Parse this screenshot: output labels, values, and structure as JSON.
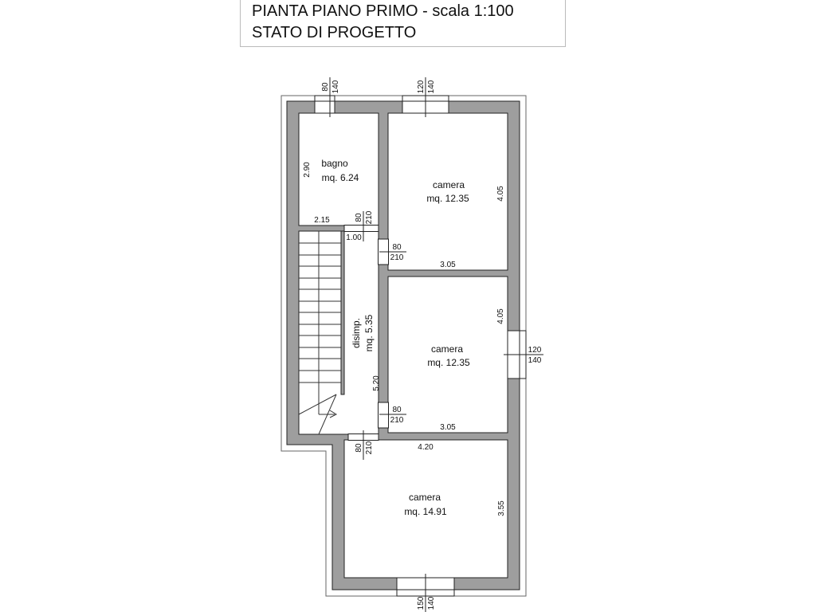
{
  "title": {
    "line1": "PIANTA PIANO PRIMO - scala 1:100",
    "line2": "STATO DI PROGETTO"
  },
  "colors": {
    "wall": "#9e9e9e",
    "line": "#222222"
  },
  "rooms": [
    {
      "name": "bagno",
      "area": "mq. 6.24",
      "dim_a": "2.90",
      "dim_b": "2.15"
    },
    {
      "name": "camera",
      "area": "mq. 12.35",
      "dim_a": "4.05",
      "dim_b": "3.05"
    },
    {
      "name": "camera",
      "area": "mq. 12.35",
      "dim_a": "4.05",
      "dim_b": "3.05"
    },
    {
      "name": "camera",
      "area": "mq. 14.91",
      "dim_a": "3.55",
      "dim_b": "4.20"
    },
    {
      "name": "disimp.",
      "area": "mq. 5.35",
      "dim_a": "5.20",
      "dim_b": "1.00"
    }
  ],
  "windows": [
    {
      "w": "80",
      "h": "140"
    },
    {
      "w": "120",
      "h": "140"
    },
    {
      "w": "120",
      "h": "140"
    },
    {
      "w": "150",
      "h": "140"
    }
  ],
  "doors": [
    {
      "w": "80",
      "h": "210"
    },
    {
      "w": "80",
      "h": "210"
    },
    {
      "w": "80",
      "h": "210"
    },
    {
      "w": "80",
      "h": "210"
    }
  ]
}
